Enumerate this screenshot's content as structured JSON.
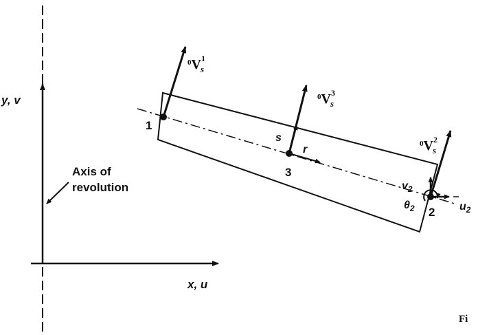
{
  "axes": {
    "y_label": "y, v",
    "x_label": "x, u"
  },
  "axis_of_revolution": {
    "line1": "Axis of",
    "line2": "revolution"
  },
  "nodes": {
    "n1": "1",
    "n2": "2",
    "n3": "3"
  },
  "vectors": {
    "v1": {
      "pre": "0",
      "main": "V",
      "sub": "s",
      "sup": "1"
    },
    "v3": {
      "pre": "0",
      "main": "V",
      "sub": "s",
      "sup": "3"
    },
    "v2": {
      "pre": "0",
      "main": "V",
      "sub": "s",
      "sup": "2"
    }
  },
  "local_axes": {
    "s": "s",
    "r": "r"
  },
  "node2_dofs": {
    "v2_main": "v",
    "v2_sub": "2",
    "u2_main": "u",
    "u2_sub": "2",
    "theta_main": "θ",
    "theta_sub": "2"
  },
  "figure_caption_fragment": "Fi"
}
